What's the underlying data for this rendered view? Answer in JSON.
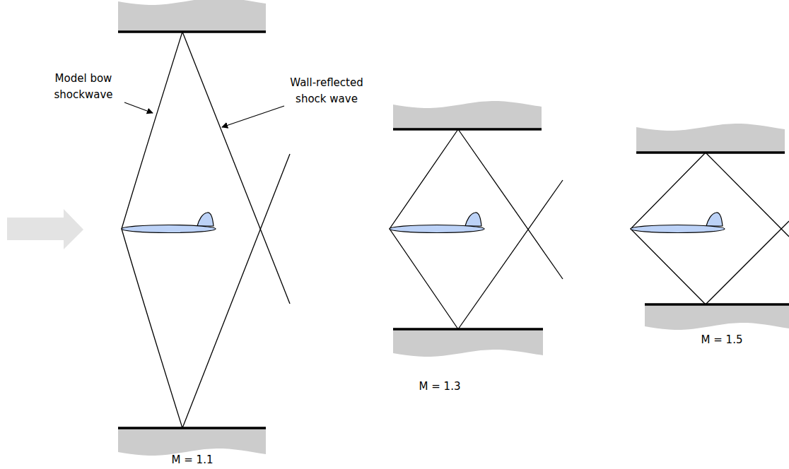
{
  "diagram": {
    "labels": [
      "Model bow shockwave",
      "Wall-reflected shock wave",
      "M = 1.1",
      "M = 1.3",
      "M = 1.5"
    ]
  }
}
